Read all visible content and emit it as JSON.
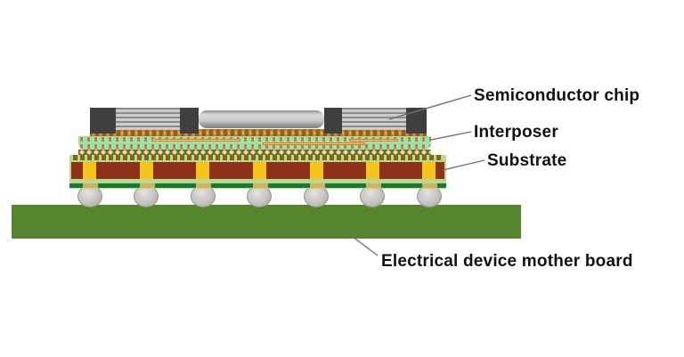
{
  "labels": {
    "chip": {
      "text": "Semiconductor chip"
    },
    "interposer": {
      "text": "Interposer"
    },
    "substrate": {
      "text": "Substrate"
    },
    "motherboard": {
      "text": "Electrical device mother board"
    }
  },
  "colors": {
    "chip-block": "#3f3f3f",
    "die-stripe-light": "#cccccc",
    "die-stripe-dark": "#8b8b8b",
    "bump-olive": "#7c6b12",
    "bump-orange": "#e0742c",
    "bump-orange-light": "#f4a564",
    "interposer-mint": "#8fe7b2",
    "substrate-green": "#b7d88e",
    "core-red": "#8e3119",
    "via-yellow": "#f5c41b",
    "solder-mask-green": "#157a33",
    "pad-tan": "#d8ae62",
    "board-green": "#55862e",
    "ball-gray": "#c6c4c1",
    "line-gray": "#707070",
    "label-color": "#111111"
  }
}
